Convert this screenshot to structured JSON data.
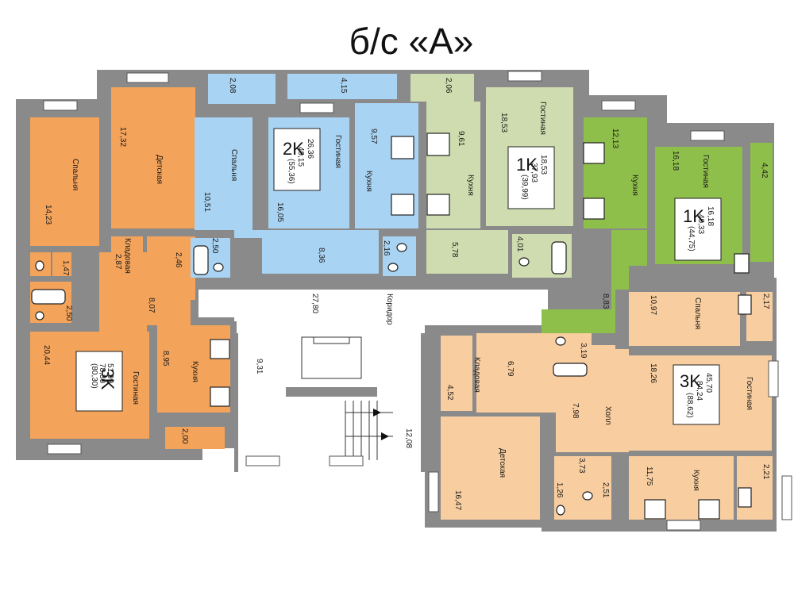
{
  "title": "б/с «А»",
  "colors": {
    "wall": "#8a8a8a",
    "orange": "#f4a35a",
    "blue": "#a9d3f2",
    "sage": "#cfdcaf",
    "green": "#8fbf4b",
    "peach": "#f8cd9f",
    "white": "#ffffff"
  },
  "apartments": {
    "a3k_left": {
      "type": "3K",
      "living": "51,99",
      "total": "78,30",
      "full": "(80,30)"
    },
    "a2k": {
      "type": "2K",
      "living": "26,36",
      "total": "49,15",
      "full": "(55,36)"
    },
    "a1k_mid": {
      "type": "1K",
      "living": "18,53",
      "total": "37,93",
      "full": "(39,99)"
    },
    "a1k_right": {
      "type": "1K",
      "living": "16,18",
      "total": "40,33",
      "full": "(44,75)"
    },
    "a3k_right": {
      "type": "3K",
      "living": "45,70",
      "total": "84,24",
      "full": "(88,62)"
    }
  },
  "labels": {
    "l1": "Спальня",
    "l2": "14,23",
    "l3": "Детская",
    "l4": "17,32",
    "l5": "Кладовая",
    "l6": "2,87",
    "l7": "2,46",
    "l8": "1,47",
    "l9": "2,50",
    "l10": "8,07",
    "l11": "20,44",
    "l12": "Гостиная",
    "l13": "Кухня",
    "l14": "8,95",
    "l15": "2,00",
    "l16": "2,08",
    "l17": "Спальня",
    "l18": "10,51",
    "l19": "2,50",
    "l20": "Гостиная",
    "l21": "16,05",
    "l22": "4,15",
    "l23": "9,57",
    "l24": "Кухня",
    "l25": "2,16",
    "l26": "8,36",
    "l27": "2,06",
    "l28": "9,61",
    "l29": "Кухня",
    "l30": "Гостиная",
    "l31": "18,53",
    "l32": "5,78",
    "l33": "4,01",
    "l34": "12,13",
    "l35": "Кухня",
    "l36": "16,18",
    "l37": "Гостиная",
    "l38": "4,42",
    "l39": "8,83",
    "l40": "3,19",
    "l41": "27,80",
    "l42": "Коридор",
    "l43": "9,31",
    "l44": "12,08",
    "l45": "Кладовая",
    "l46": "4,52",
    "l47": "6,79",
    "l48": "10,97",
    "l49": "Спальня",
    "l50": "2,17",
    "l51": "18,26",
    "l52": "Гостиная",
    "l53": "7,98",
    "l54": "Холл",
    "l55": "Детская",
    "l56": "16,47",
    "l57": "3,73",
    "l58": "1,26",
    "l59": "2,51",
    "l60": "11,75",
    "l61": "Кухня",
    "l62": "2,21"
  }
}
